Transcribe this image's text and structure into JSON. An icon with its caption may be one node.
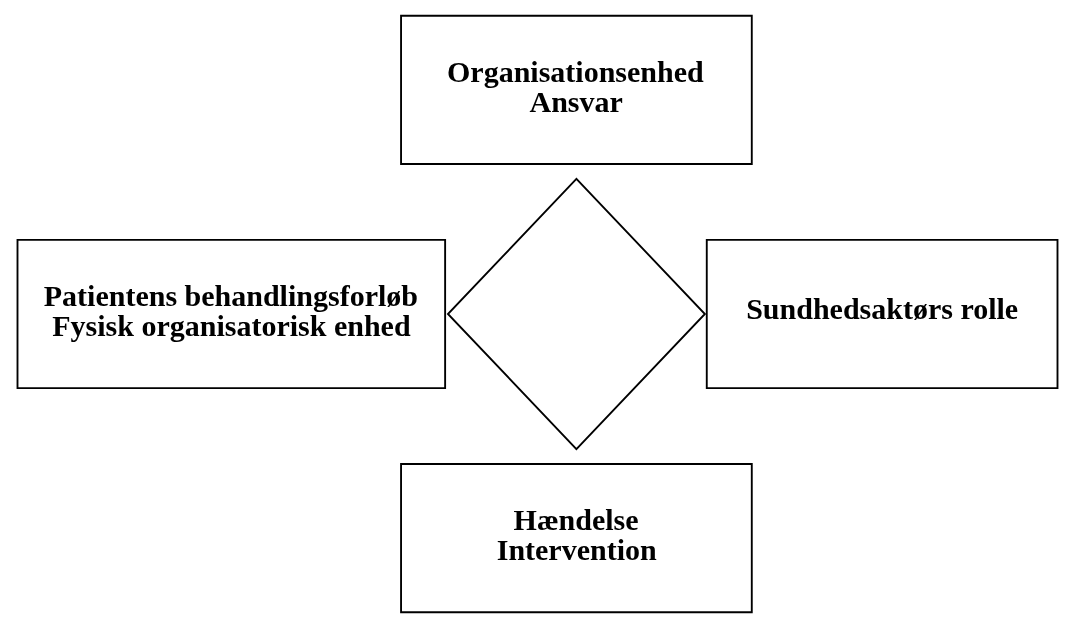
{
  "diagram": {
    "nodes": [
      {
        "text": [
          "Organisationsenhed",
          "Ansvar"
        ]
      },
      {
        "text": [
          "Patientens behandlingsforløb",
          "Fysisk organisatorisk enhed"
        ]
      },
      {
        "text": [],
        "shape": "diamond"
      },
      {
        "text": [
          "Sundhedsaktørs rolle"
        ]
      },
      {
        "text": [
          "Hændelse",
          "Intervention"
        ]
      }
    ]
  }
}
